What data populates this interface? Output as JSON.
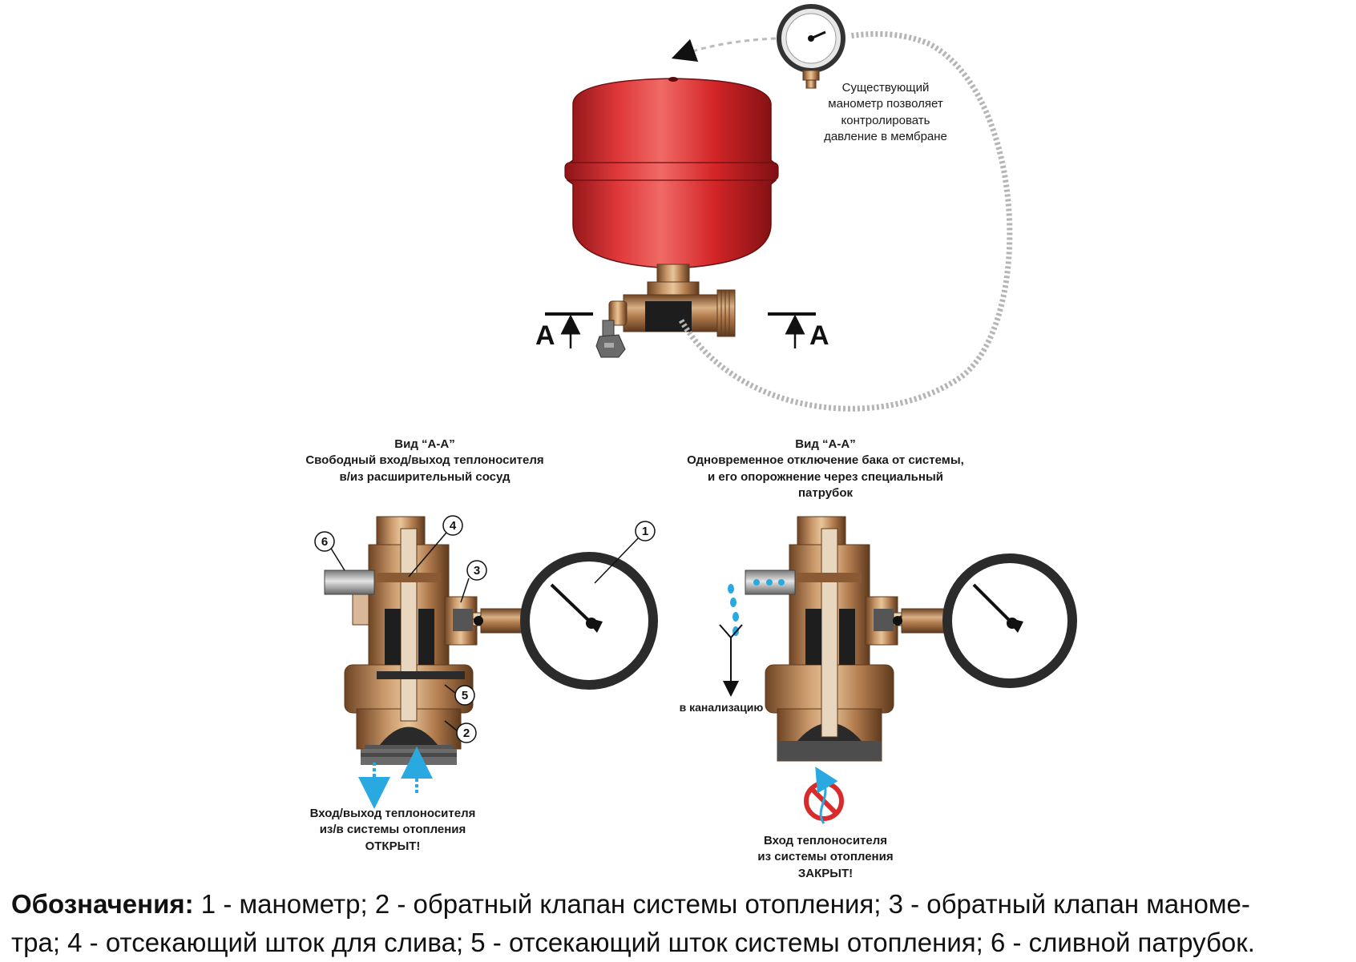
{
  "gauge_note": [
    "Существующий",
    "манометр позволяет",
    "контролировать",
    "давление в мембране"
  ],
  "section_marks": {
    "left": "A",
    "right": "A"
  },
  "view_left": {
    "title": [
      "Вид “A-A”",
      "Свободный вход/выход теплоносителя",
      "в/из  расширительный сосуд"
    ],
    "caption": [
      "Вход/выход теплоносителя",
      "из/в системы отопления",
      "ОТКРЫТ!"
    ]
  },
  "view_right": {
    "title": [
      "Вид “A-A”",
      "Одновременное отключение бака от системы,",
      "и его опорожнение через специальный",
      "патрубок"
    ],
    "drain_label": "в канализацию",
    "caption": [
      "Вход теплоносителя",
      "из системы отопления",
      "ЗАКРЫТ!"
    ]
  },
  "callouts": [
    "1",
    "2",
    "3",
    "4",
    "5",
    "6"
  ],
  "legend": {
    "heading": "Обозначения:",
    "line1": "1 - манометр; 2 - обратный клапан системы отопления; 3 - обратный клапан маноме-",
    "line2": "тра; 4 - отсекающий шток для слива; 5 - отсекающий шток системы отопления; 6 - сливной патрубок."
  },
  "colors": {
    "tank_red": "#d8262a",
    "brass": "#b8865a",
    "brass_dark": "#7a4d2a",
    "flow_blue": "#2aa8e0",
    "stop_red": "#d92b2b",
    "gauge_rim": "#2b2b2b"
  }
}
